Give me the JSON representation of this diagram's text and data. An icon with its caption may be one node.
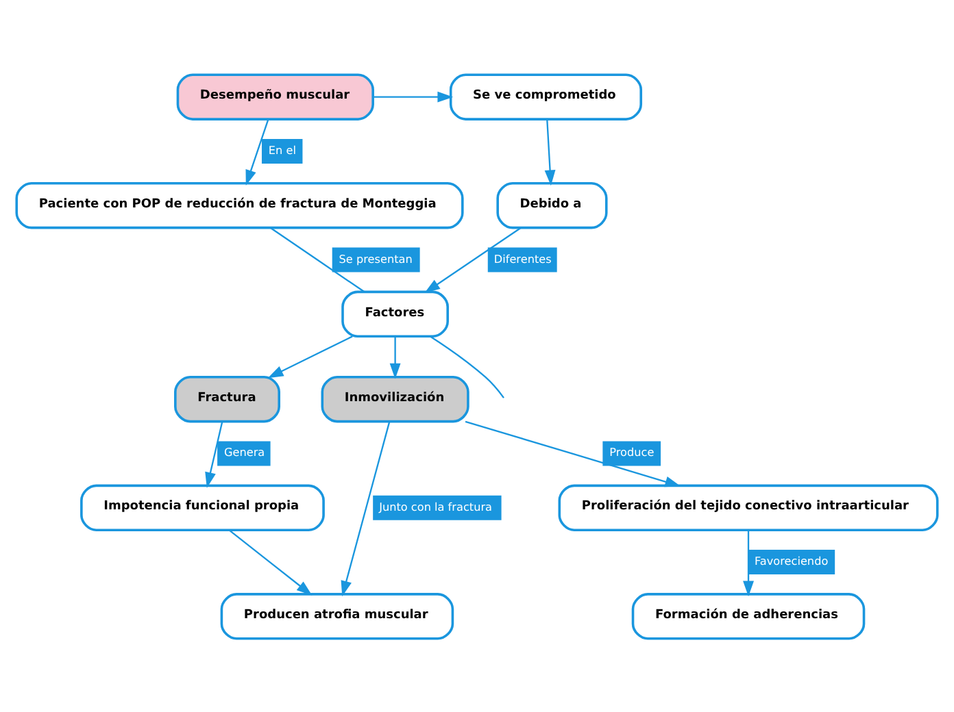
{
  "diagram": {
    "nodes": [
      {
        "text": [
          "Desempeño muscular"
        ]
      },
      {
        "text": [
          "Se ve comprometido"
        ]
      },
      {
        "text": [
          "Paciente con POP de reducción de fractura de Monteggia"
        ]
      },
      {
        "text": [
          "Debido a"
        ]
      },
      {
        "text": [
          "Factores"
        ]
      },
      {
        "text": [
          "Fractura"
        ]
      },
      {
        "text": [
          "Inmovilización"
        ]
      },
      {
        "text": [
          "Impotencia funcional propia"
        ]
      },
      {
        "text": [
          "Proliferación del tejido conectivo intraarticular"
        ]
      },
      {
        "text": [
          "Producen atrofia muscular"
        ]
      },
      {
        "text": [
          "Formación de adherencias"
        ]
      }
    ],
    "edges": [
      {
        "from": 0,
        "to": 1,
        "arrow": "to"
      },
      {
        "from": 0,
        "to": 2,
        "arrow": "to",
        "label": "En el"
      },
      {
        "from": 1,
        "to": 3,
        "arrow": "to"
      },
      {
        "from": 3,
        "to": 4,
        "arrow": "to",
        "label": "Diferentes"
      },
      {
        "from": 2,
        "to": 4,
        "arrow": "none",
        "label": "Se presentan"
      },
      {
        "from": 4,
        "to": 5,
        "arrow": "to"
      },
      {
        "from": 4,
        "to": 6,
        "arrow": "to"
      },
      {
        "from": 4,
        "to": null,
        "arrow": "none"
      },
      {
        "from": 5,
        "to": 7,
        "arrow": "to",
        "label": "Genera"
      },
      {
        "from": 6,
        "to": 8,
        "arrow": "to",
        "label": "Produce"
      },
      {
        "from": 6,
        "to": 9,
        "arrow": "to",
        "label": "Junto con la fractura"
      },
      {
        "from": 7,
        "to": 9,
        "arrow": "to"
      },
      {
        "from": 8,
        "to": 10,
        "arrow": "to",
        "label": "Favoreciendo"
      }
    ]
  }
}
